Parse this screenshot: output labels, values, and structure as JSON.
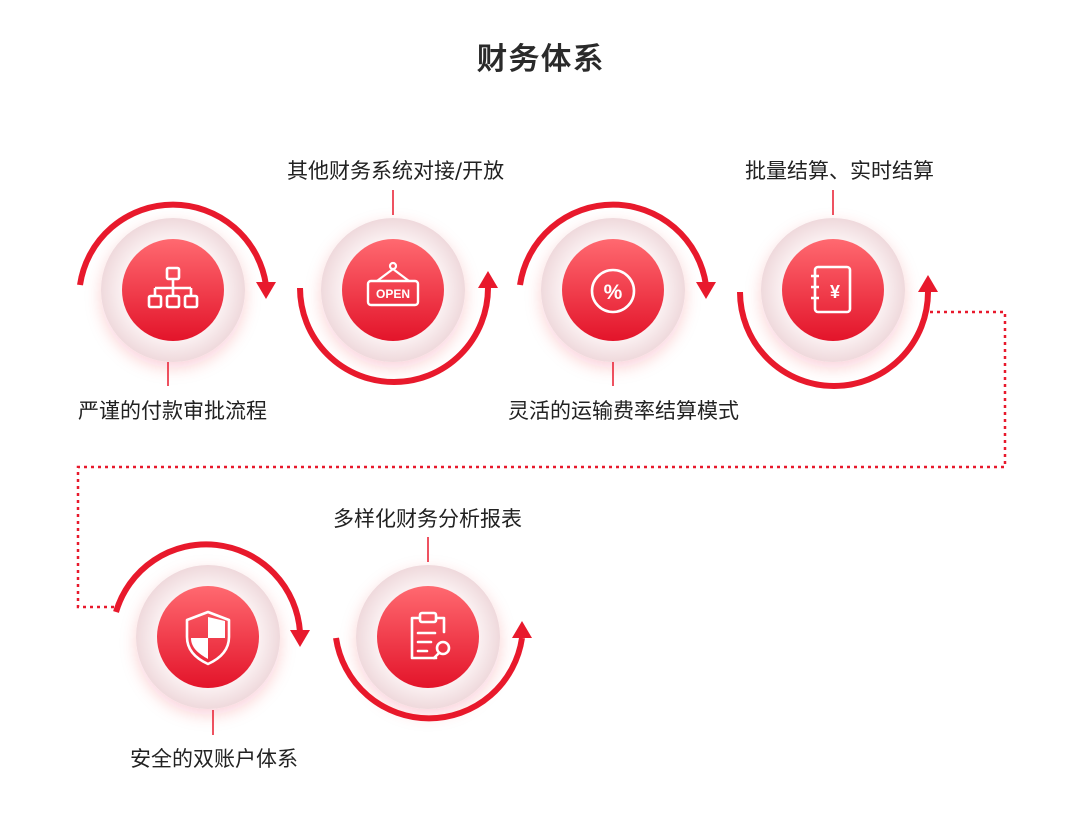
{
  "title": "财务体系",
  "nodes": [
    {
      "label": "严谨的付款审批流程",
      "icon": "org-chart-icon"
    },
    {
      "label": "其他财务系统对接/开放",
      "icon": "open-sign-icon",
      "icon_text": "OPEN"
    },
    {
      "label": "灵活的运输费率结算模式",
      "icon": "percent-icon",
      "icon_text": "%"
    },
    {
      "label": "批量结算、实时结算",
      "icon": "ledger-yen-icon",
      "icon_text": "¥"
    },
    {
      "label": "安全的双账户体系",
      "icon": "shield-icon"
    },
    {
      "label": "多样化财务分析报表",
      "icon": "clipboard-report-icon"
    }
  ],
  "colors": {
    "accent": "#e8192c",
    "accent_light": "#ff5a62",
    "text": "#222222",
    "halo": "#f7e4e6"
  }
}
